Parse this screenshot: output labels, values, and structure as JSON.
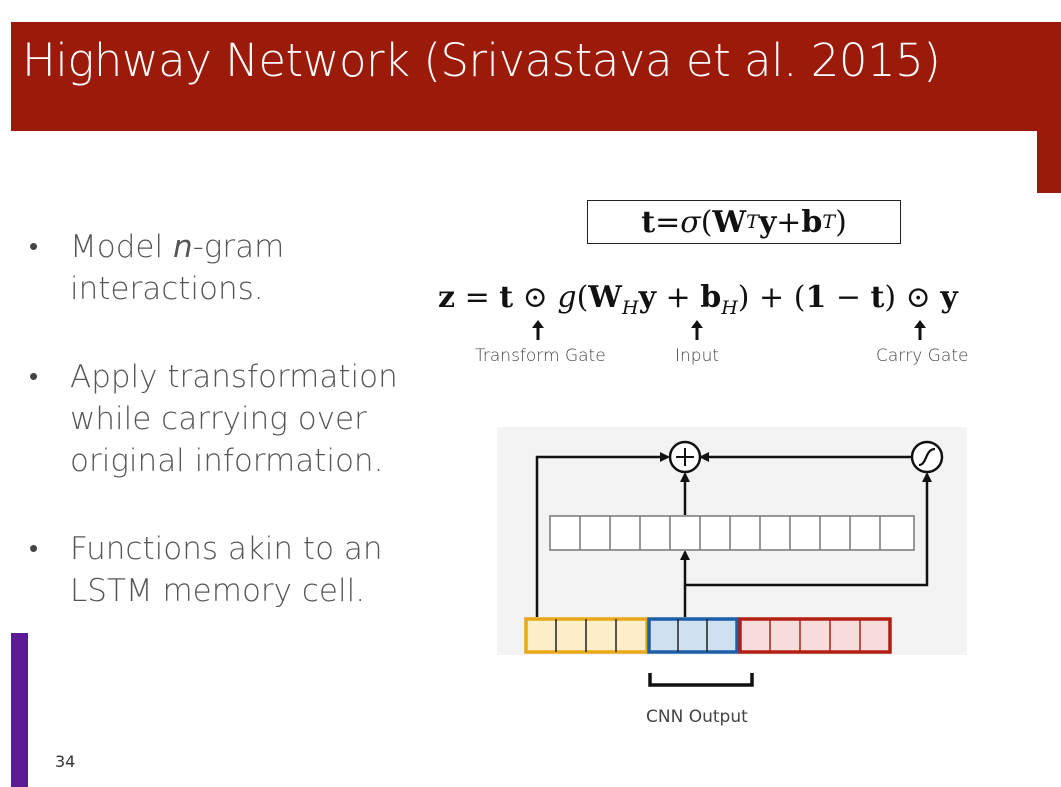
{
  "slide": {
    "title": "Highway Network (Srivastava et al. 2015)",
    "page_number": "34"
  },
  "bullets": [
    {
      "pre": "Model ",
      "em": "n",
      "post": "-gram interactions."
    },
    {
      "pre": "Apply transformation while carrying over original information.",
      "em": "",
      "post": ""
    },
    {
      "pre": "Functions akin to an LSTM memory cell.",
      "em": "",
      "post": ""
    }
  ],
  "equations": {
    "gate": {
      "t": "t",
      "eq": " = ",
      "sigma": "σ",
      "open": "(",
      "W": "W",
      "T_sub": "T",
      "y": "y",
      "plus": " + ",
      "b": "b",
      "T_sub2": "T",
      "close": ")"
    },
    "highway": {
      "z": "z",
      "eq": " = ",
      "t": "t",
      "odot": " ⊙ ",
      "g": "g",
      "open": "(",
      "W": "W",
      "H_sub": "H",
      "y": "y",
      "plus": " + ",
      "b": "b",
      "H_sub2": "H",
      "close": ")",
      "plus2": " + ",
      "open2": "(",
      "one": "1",
      "minus": " − ",
      "t2": "t",
      "close2": ")",
      "odot2": " ⊙ ",
      "y2": "y"
    }
  },
  "callouts": {
    "transform_gate": "Transform Gate",
    "input": "Input",
    "carry_gate": "Carry Gate"
  },
  "diagram": {
    "cnn_output_label": "CNN Output",
    "colors": {
      "yellow_border": "#e8a817",
      "yellow_fill": "#fbeec8",
      "blue_border": "#1c5fa8",
      "blue_fill": "#cfe0ef",
      "red_border": "#b21f10",
      "red_fill": "#f7dcdc"
    }
  },
  "colors": {
    "title_bar": "#9b1a09",
    "left_accent": "#5b1b94"
  }
}
